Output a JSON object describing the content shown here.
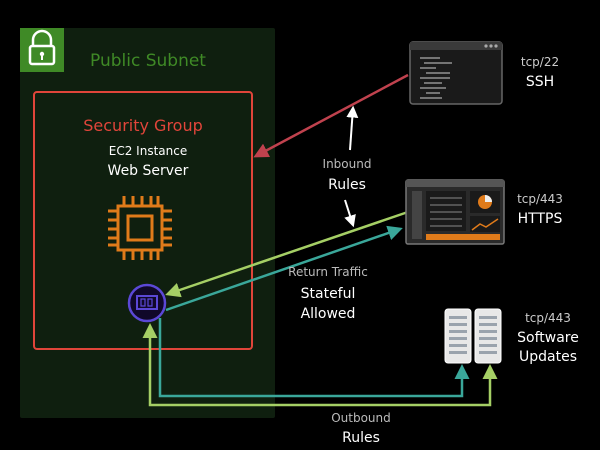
{
  "subnet": {
    "title": "Public Subnet",
    "color": "#3f8a26",
    "background": "#0f1f0f"
  },
  "security_group": {
    "title": "Security Group",
    "color": "#e0453a"
  },
  "instance": {
    "type_label": "EC2 Instance",
    "name": "Web Server",
    "chip_color": "#e07b1a",
    "eni_color": "#5b48d6"
  },
  "inbound": {
    "line1": "Inbound",
    "line2": "Rules"
  },
  "return_traffic": {
    "line1": "Return Traffic",
    "line2": "Stateful",
    "line3": "Allowed"
  },
  "outbound": {
    "line1": "Outbound",
    "line2": "Rules"
  },
  "endpoints": {
    "ssh": {
      "port": "tcp/22",
      "name": "SSH"
    },
    "https": {
      "port": "tcp/443",
      "name": "HTTPS"
    },
    "updates": {
      "port": "tcp/443",
      "name_line1": "Software",
      "name_line2": "Updates"
    }
  },
  "colors": {
    "ssh_arrow": "#c0424e",
    "https_arrow": "#a5cf65",
    "return_arrow": "#3aa79a",
    "outbound_arrow": "#a5cf65",
    "label_gray": "#bbbbbb",
    "label_white": "#ffffff"
  }
}
